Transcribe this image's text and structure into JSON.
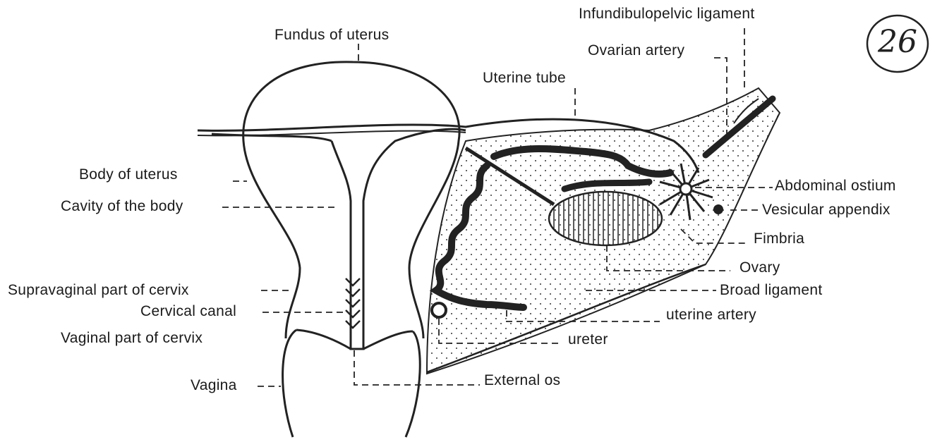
{
  "figure_number": "26",
  "labels": {
    "infundibulopelvic_ligament": "Infundibulopelvic ligament",
    "ovarian_artery": "Ovarian artery",
    "fundus_of_uterus": "Fundus of uterus",
    "uterine_tube": "Uterine tube",
    "body_of_uterus": "Body of uterus",
    "cavity_of_the_body": "Cavity of the body",
    "abdominal_ostium": "Abdominal ostium",
    "vesicular_appendix": "Vesicular appendix",
    "fimbria": "Fimbria",
    "ovary": "Ovary",
    "broad_ligament": "Broad ligament",
    "supravaginal_part_of_cervix": "Supravaginal part of cervix",
    "cervical_canal": "Cervical canal",
    "uterine_artery": "uterine artery",
    "vaginal_part_of_cervix": "Vaginal part of cervix",
    "ureter": "ureter",
    "vagina": "Vagina",
    "external_os": "External os"
  }
}
